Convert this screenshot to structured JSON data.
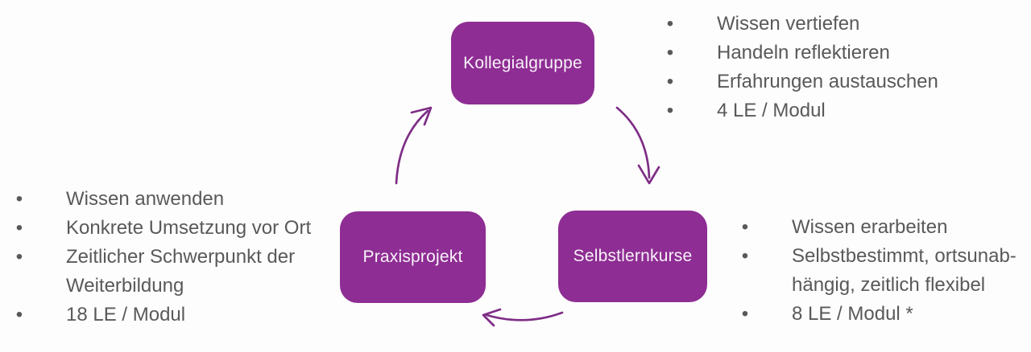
{
  "bullet_char": "•",
  "colors": {
    "box_fill": "#8E2D93",
    "box_text": "#F8F2F9",
    "arrow": "#7E2D86",
    "list_text": "#595959",
    "background": "#FDFDFD"
  },
  "nodes": {
    "kollegialgruppe": {
      "label": "Kollegialgruppe"
    },
    "praxisprojekt": {
      "label": "Praxisprojekt"
    },
    "selbstlernkurse": {
      "label": "Selbstlernkurse"
    }
  },
  "lists": {
    "kollegialgruppe": {
      "items": [
        "Wissen vertiefen",
        "Handeln reflektieren",
        "Erfahrungen austauschen",
        "4 LE / Modul"
      ]
    },
    "praxisprojekt": {
      "items": [
        "Wissen anwenden",
        "Konkrete Umsetzung vor Ort",
        "Zeitlicher Schwerpunkt der\nWeiterbildung",
        "18 LE / Modul"
      ]
    },
    "selbstlernkurse": {
      "items": [
        "Wissen erarbeiten",
        "Selbstbestimmt, ortsunab-\nhängig, zeitlich flexibel",
        "8 LE / Modul *"
      ]
    }
  },
  "arrows": [
    {
      "name": "kollegialgruppe-to-selbstlernkurse"
    },
    {
      "name": "selbstlernkurse-to-praxisprojekt"
    },
    {
      "name": "praxisprojekt-to-kollegialgruppe"
    }
  ]
}
